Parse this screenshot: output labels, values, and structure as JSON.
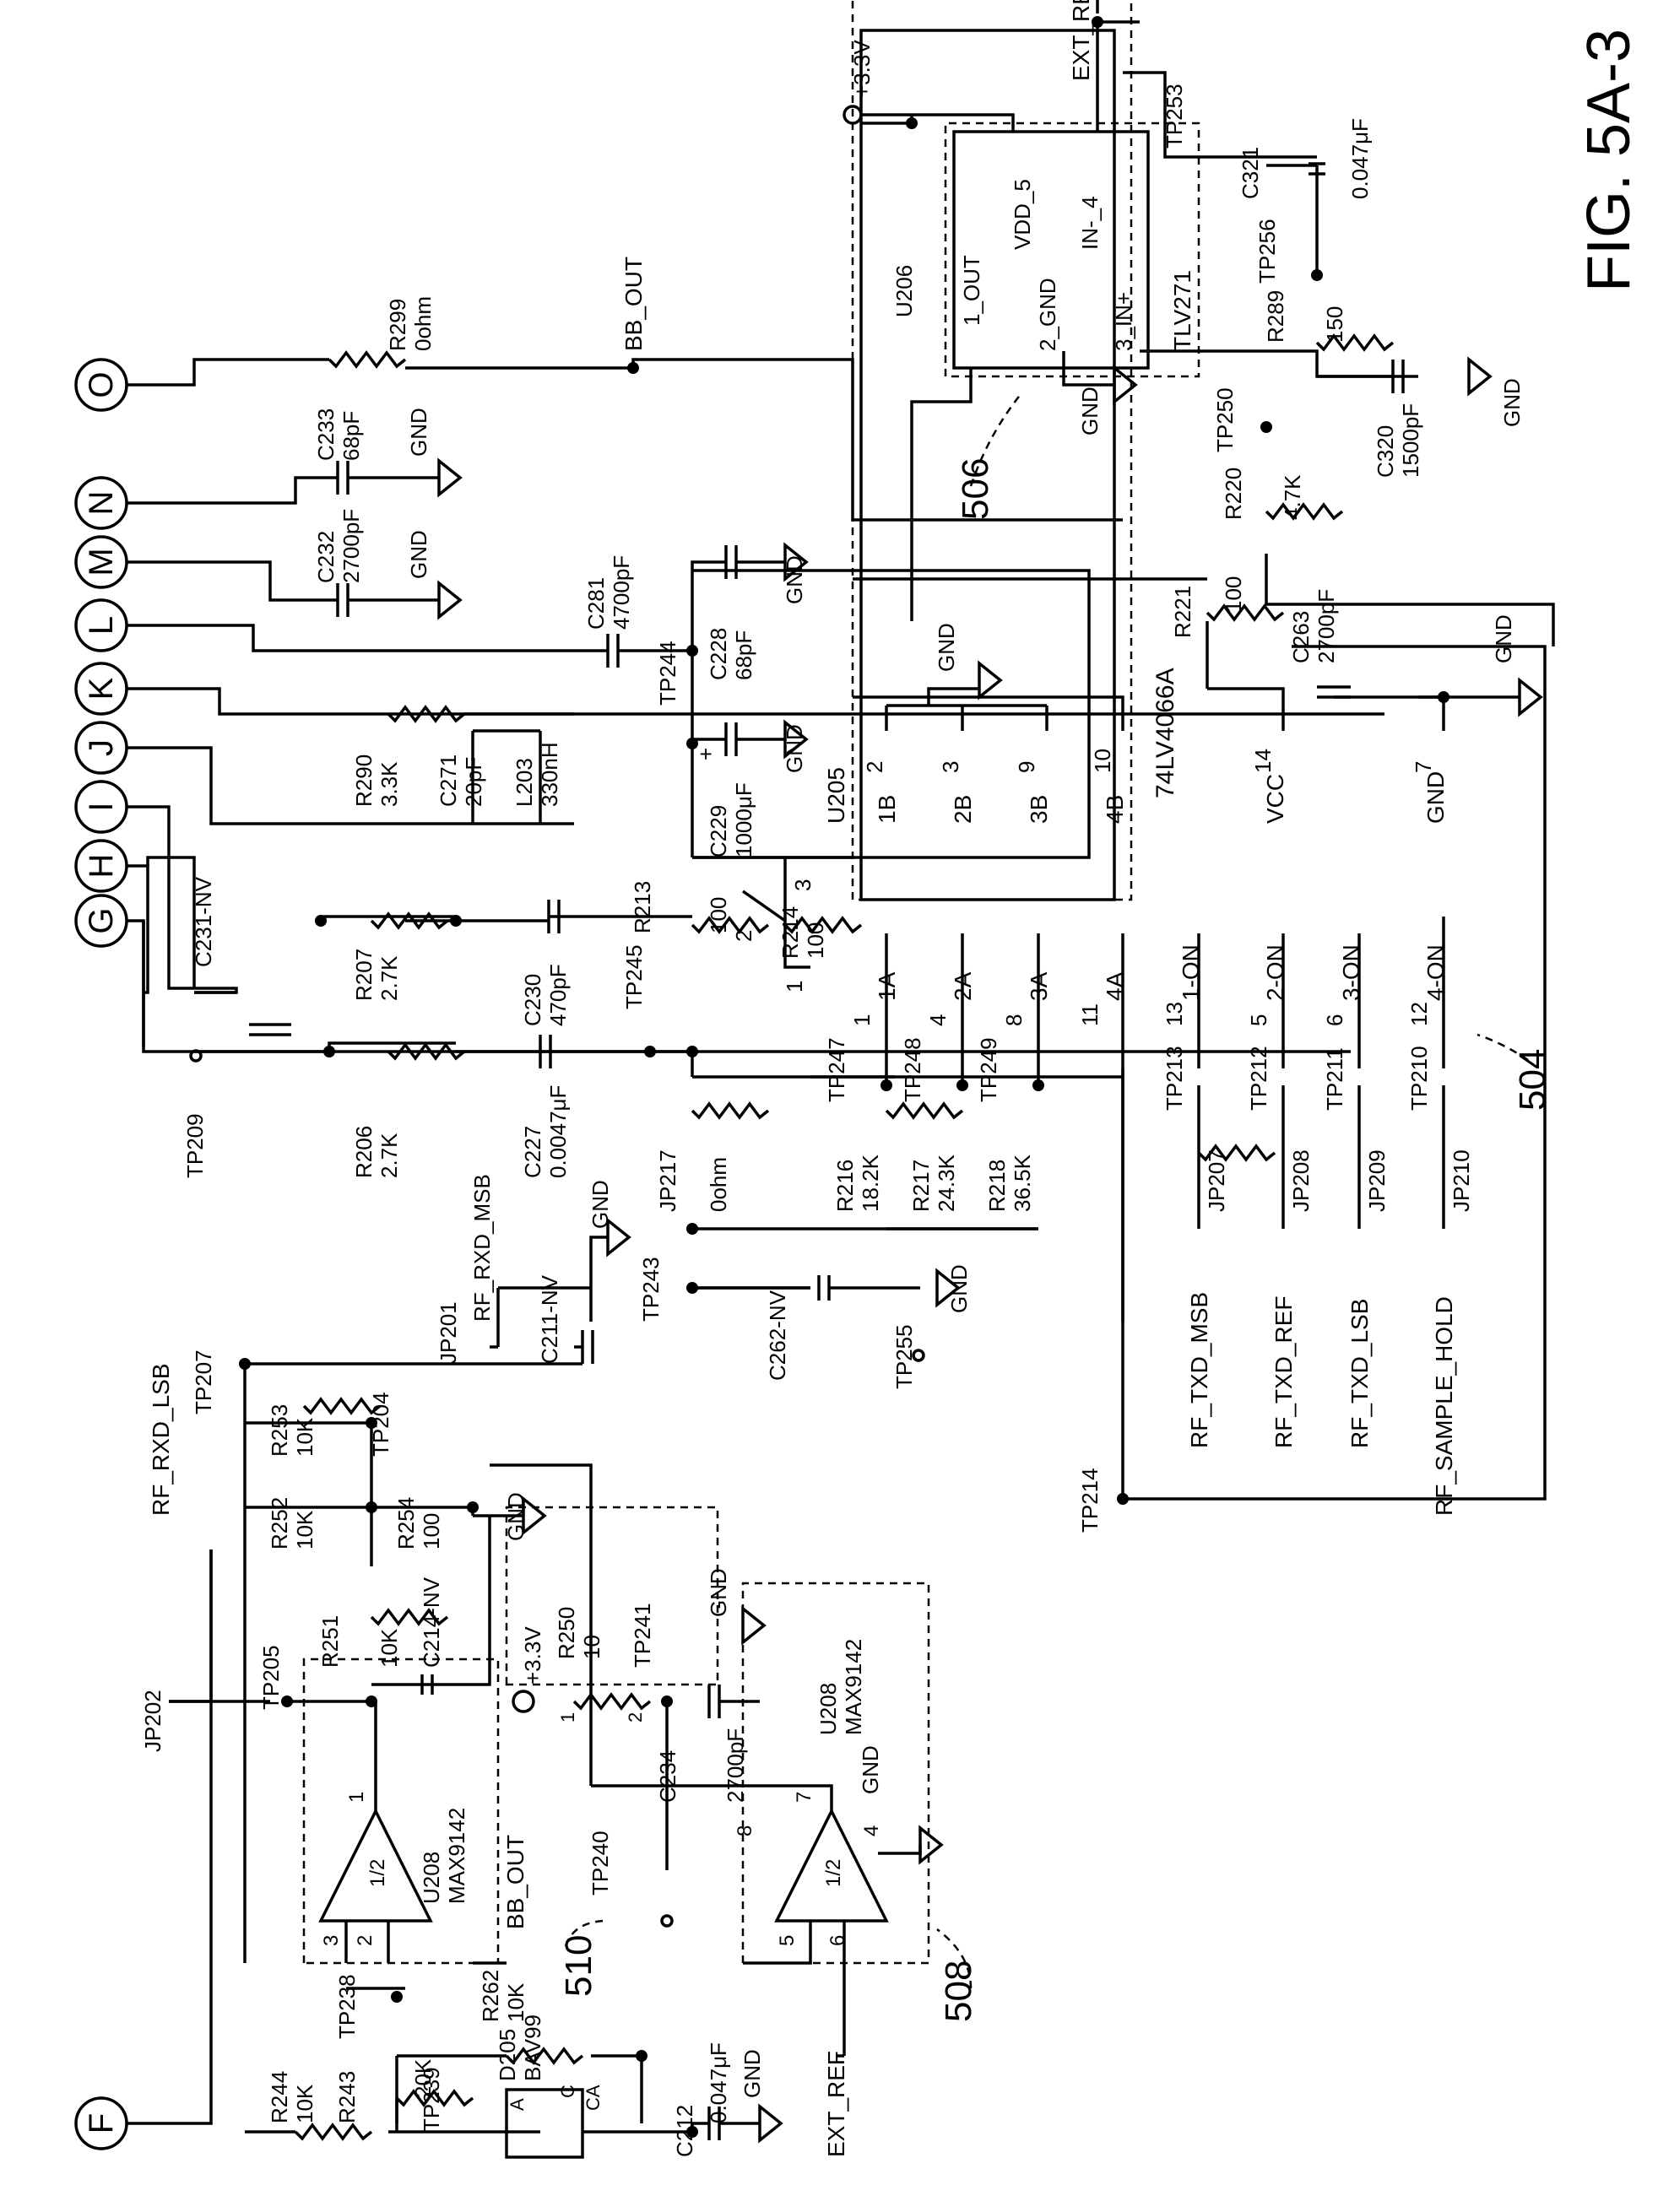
{
  "figure_label": "FIG. 5A-3",
  "connectors": [
    "O",
    "N",
    "M",
    "L",
    "K",
    "J",
    "I",
    "H",
    "G",
    "F"
  ],
  "ref_numerals": [
    "504",
    "506",
    "508",
    "510"
  ],
  "nets": {
    "bb_out": "BB_OUT",
    "ext_ref": "EXT_REF",
    "v33": "+3.3V",
    "gnd": "GND",
    "rf_rxd_msb": "RF_RXD_MSB",
    "rf_rxd_lsb": "RF_RXD_LSB",
    "rf_txd_msb": "RF_TXD_MSB",
    "rf_txd_ref": "RF_TXD_REF",
    "rf_txd_lsb": "RF_TXD_LSB",
    "rf_sample_hold": "RF_SAMPLE_HOLD"
  },
  "components": {
    "R299": {
      "ref": "R299",
      "val": "0ohm"
    },
    "C233": {
      "ref": "C233",
      "val": "68pF"
    },
    "C232": {
      "ref": "C232",
      "val": "2700pF"
    },
    "C281": {
      "ref": "C281",
      "val": "4700pF"
    },
    "C228": {
      "ref": "C228",
      "val": "68pF"
    },
    "C229": {
      "ref": "C229",
      "val": "1000μF"
    },
    "R290": {
      "ref": "R290",
      "val": "3.3K"
    },
    "C271": {
      "ref": "C271",
      "val": "20pF"
    },
    "L203": {
      "ref": "L203",
      "val": "330nH"
    },
    "R207": {
      "ref": "R207",
      "val": "2.7K"
    },
    "C230": {
      "ref": "C230",
      "val": "470pF"
    },
    "R213": {
      "ref": "R213",
      "val": "100"
    },
    "R214": {
      "ref": "R214",
      "val": "100"
    },
    "C231": {
      "ref": "C231-NV",
      "val": ""
    },
    "R206": {
      "ref": "R206",
      "val": "2.7K"
    },
    "C227": {
      "ref": "C227",
      "val": "0.0047μF"
    },
    "JP217": {
      "ref": "JP217",
      "val": "0ohm"
    },
    "R216": {
      "ref": "R216",
      "val": "18.2K"
    },
    "R217": {
      "ref": "R217",
      "val": "24.3K"
    },
    "R218": {
      "ref": "R218",
      "val": "36.5K"
    },
    "C262": {
      "ref": "C262-NV",
      "val": ""
    },
    "JP201": {
      "ref": "JP201",
      "val": ""
    },
    "C211": {
      "ref": "C211-NV",
      "val": ""
    },
    "R253": {
      "ref": "R253",
      "val": "10K"
    },
    "R252": {
      "ref": "R252",
      "val": "10K"
    },
    "R254": {
      "ref": "R254",
      "val": "100"
    },
    "R251": {
      "ref": "R251",
      "val": "10K"
    },
    "C214": {
      "ref": "C214-NV",
      "val": ""
    },
    "R250": {
      "ref": "R250",
      "val": "10"
    },
    "C234": {
      "ref": "C234",
      "val": "2700pF"
    },
    "JP202": {
      "ref": "JP202",
      "val": ""
    },
    "R262": {
      "ref": "R262",
      "val": "10K"
    },
    "R244": {
      "ref": "R244",
      "val": "10K"
    },
    "R243": {
      "ref": "R243",
      "val": "20K"
    },
    "D205": {
      "ref": "D205",
      "val": "BAV99"
    },
    "C212": {
      "ref": "C212",
      "val": "0.047μF"
    },
    "R221": {
      "ref": "R221",
      "val": "100"
    },
    "C263": {
      "ref": "C263",
      "val": "2700pF"
    },
    "R220": {
      "ref": "R220",
      "val": "4.7K"
    },
    "R289": {
      "ref": "R289",
      "val": "150"
    },
    "C320": {
      "ref": "C320",
      "val": "1500pF"
    },
    "C321": {
      "ref": "C321",
      "val": "0.047μF"
    },
    "JP207": {
      "ref": "JP207",
      "val": ""
    },
    "JP208": {
      "ref": "JP208",
      "val": ""
    },
    "JP209": {
      "ref": "JP209",
      "val": ""
    },
    "JP210": {
      "ref": "JP210",
      "val": ""
    }
  },
  "test_points": [
    "TP253",
    "TP256",
    "TP250",
    "TP244",
    "TP245",
    "TP209",
    "TP243",
    "TP255",
    "TP207",
    "TP204",
    "TP205",
    "TP241",
    "TP240",
    "TP238",
    "TP239",
    "TP247",
    "TP248",
    "TP249",
    "TP213",
    "TP212",
    "TP211",
    "TP210",
    "TP214"
  ],
  "ics": {
    "u205": {
      "ref": "U205",
      "part": "74LV4066A",
      "pins_top": [
        {
          "num": "2",
          "name": "1B"
        },
        {
          "num": "3",
          "name": "2B"
        },
        {
          "num": "9",
          "name": "3B"
        },
        {
          "num": "10",
          "name": "4B"
        },
        {
          "num": "14",
          "name": "VCC"
        },
        {
          "num": "7",
          "name": "GND"
        }
      ],
      "pins_bottom": [
        {
          "num": "1",
          "name": "1A"
        },
        {
          "num": "4",
          "name": "2A"
        },
        {
          "num": "8",
          "name": "3A"
        },
        {
          "num": "11",
          "name": "4A"
        },
        {
          "num": "13",
          "name": "1-ON"
        },
        {
          "num": "5",
          "name": "2-ON"
        },
        {
          "num": "6",
          "name": "3-ON"
        },
        {
          "num": "12",
          "name": "4-ON"
        }
      ]
    },
    "u206": {
      "ref": "U206",
      "part": "TLV271",
      "pins": [
        "1_OUT",
        "VDD_5",
        "IN-_4",
        "2_GND",
        "3_IN+"
      ]
    },
    "u208a": {
      "ref": "U208",
      "part": "MAX9142",
      "unit": "1/2",
      "pins": [
        "1",
        "2",
        "3"
      ]
    },
    "u208b": {
      "ref": "U208",
      "part": "MAX9142",
      "unit": "1/2",
      "pins": [
        "7",
        "8",
        "4",
        "5",
        "6"
      ]
    }
  },
  "pot_pins": [
    "1",
    "2",
    "3"
  ],
  "r250_pins": [
    "1",
    "2"
  ],
  "diode_pins": [
    "A",
    "C",
    "CA"
  ]
}
